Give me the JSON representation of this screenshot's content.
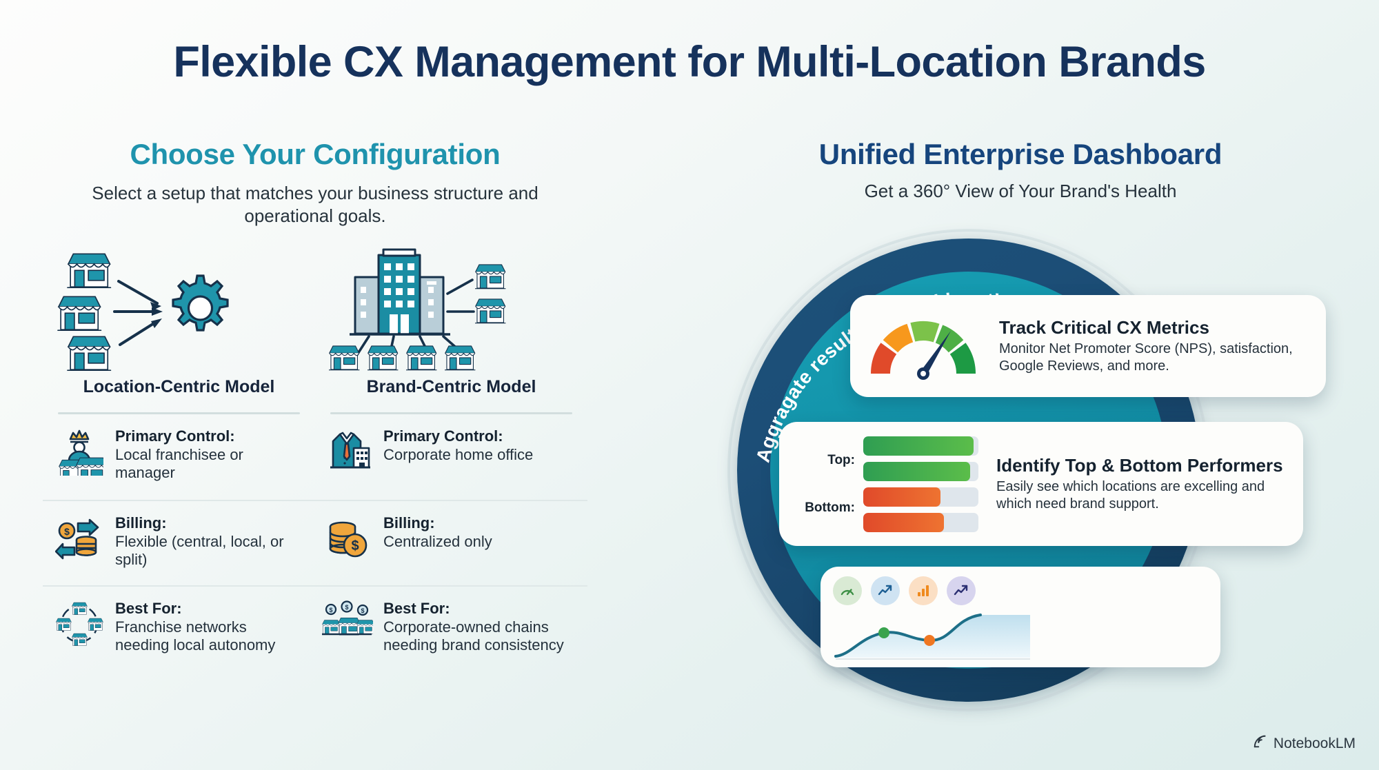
{
  "title": "Flexible CX Management for Multi-Location Brands",
  "left": {
    "heading": "Choose Your Configuration",
    "subtitle": "Select a setup that matches your business structure and operational goals.",
    "models": [
      {
        "name": "Location-Centric Model",
        "diagram": "stores-to-gear-diagram",
        "features": [
          {
            "icon": "crowned-franchisee-icon",
            "label": "Primary Control:",
            "value": "Local franchisee or manager"
          },
          {
            "icon": "two-way-money-flow-icon",
            "label": "Billing:",
            "value": "Flexible (central, local, or split)"
          },
          {
            "icon": "store-network-circle-icon",
            "label": "Best For:",
            "value": "Franchise networks needing local autonomy"
          }
        ]
      },
      {
        "name": "Brand-Centric Model",
        "diagram": "corporate-hub-to-stores-diagram",
        "features": [
          {
            "icon": "corporate-suit-building-icon",
            "label": "Primary Control:",
            "value": "Corporate home office"
          },
          {
            "icon": "coin-stack-icon",
            "label": "Billing:",
            "value": "Centralized only"
          },
          {
            "icon": "stores-with-coins-icon",
            "label": "Best For:",
            "value": "Corporate-owned chains needing brand consistency"
          }
        ]
      }
    ]
  },
  "right": {
    "heading": "Unified Enterprise Dashboard",
    "subtitle": "Get a 360° View of Your Brand's Health",
    "ring_label": "Aggragate results from all locations",
    "cards": [
      {
        "id": "track-metrics",
        "visual": "nps-gauge",
        "title": "Track Critical CX Metrics",
        "body": "Monitor Net Promoter Score (NPS), satisfaction, Google Reviews, and more."
      },
      {
        "id": "top-bottom-performers",
        "visual": "performance-bars",
        "title": "Identify Top & Bottom Performers",
        "body": "Easily see which locations are excelling and which need brand support."
      },
      {
        "id": "trend-overview",
        "visual": "trend-area-chart",
        "title": "",
        "body": ""
      }
    ],
    "bars": {
      "top_label": "Top:",
      "bottom_label": "Bottom:"
    }
  },
  "chart_data": [
    {
      "type": "gauge",
      "title": "Track Critical CX Metrics",
      "segments": [
        {
          "label": "poor",
          "color": "#e04a2a",
          "span": 36
        },
        {
          "label": "fair",
          "color": "#f7981d",
          "span": 36
        },
        {
          "label": "good",
          "color": "#7cc24a",
          "span": 36
        },
        {
          "label": "great",
          "color": "#4eaf46",
          "span": 36
        },
        {
          "label": "excellent",
          "color": "#1d9a44",
          "span": 36
        }
      ],
      "needle_value": 72,
      "range": [
        0,
        100
      ],
      "needle_color": "#16325c"
    },
    {
      "type": "bar",
      "title": "Identify Top & Bottom Performers",
      "orientation": "horizontal",
      "categories": [
        "Top 1",
        "Top 2",
        "Bottom 1",
        "Bottom 2"
      ],
      "values": [
        96,
        93,
        67,
        70
      ],
      "colors": [
        "#3aa34e",
        "#3aa34e",
        "#e8572c",
        "#e8572c"
      ],
      "track_color": "#dfe6ec",
      "xlim": [
        0,
        100
      ],
      "grid": false,
      "group_labels": [
        "Top:",
        "Bottom:"
      ]
    },
    {
      "type": "area",
      "title": "",
      "x": [
        0,
        1,
        2,
        3,
        4,
        5,
        6,
        7,
        8
      ],
      "y": [
        8,
        26,
        46,
        55,
        52,
        47,
        49,
        78,
        93
      ],
      "line_color": "#1d6f88",
      "fill_color": "#cfe7f0",
      "markers": [
        {
          "x": 3,
          "y": 55,
          "color": "#3aa34e"
        },
        {
          "x": 6,
          "y": 49,
          "color": "#ef7722"
        }
      ],
      "ylim": [
        0,
        100
      ],
      "grid": false,
      "legend_icons": [
        "gauge-icon",
        "trend-up-icon",
        "bar-chart-icon",
        "trend-up-icon"
      ]
    }
  ],
  "footer": {
    "brand": "NotebookLM",
    "icon": "notebooklm-spiral-icon"
  },
  "colors": {
    "title": "#16325c",
    "teal_heading": "#1f93ad",
    "navy_heading": "#16457d",
    "ring_navy": "#1d5179",
    "ring_teal": "#1391a8",
    "accent_teal": "#1a8fa5",
    "green": "#3aa34e",
    "orange": "#ef7722",
    "red": "#e04a2a"
  }
}
